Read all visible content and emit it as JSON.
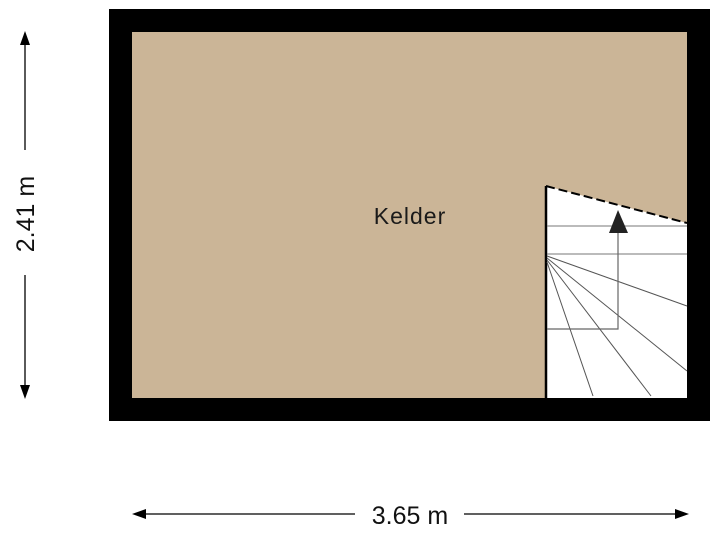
{
  "floorplan": {
    "rooms": [
      {
        "name": "Kelder",
        "fill": "#cbb597"
      }
    ],
    "wall_color": "#000000",
    "stair_color": "#ffffff",
    "dimensions": {
      "width": "3.65 m",
      "height": "2.41 m"
    }
  }
}
